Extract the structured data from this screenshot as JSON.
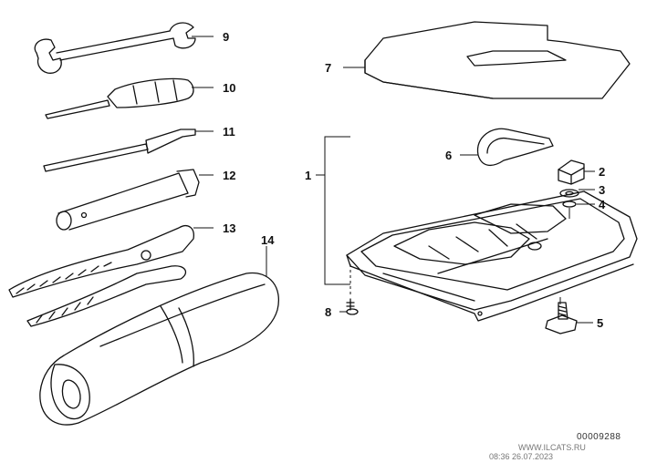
{
  "callouts": {
    "c1": "1",
    "c2": "2",
    "c3": "3",
    "c4": "4",
    "c5": "5",
    "c6": "6",
    "c7": "7",
    "c8": "8",
    "c9": "9",
    "c10": "10",
    "c11": "11",
    "c12": "12",
    "c13": "13",
    "c14": "14"
  },
  "watermark": {
    "site": "WWW.ILCATS.RU",
    "timestamp": "08:36 26.07.2023"
  },
  "document_number": "00009288"
}
